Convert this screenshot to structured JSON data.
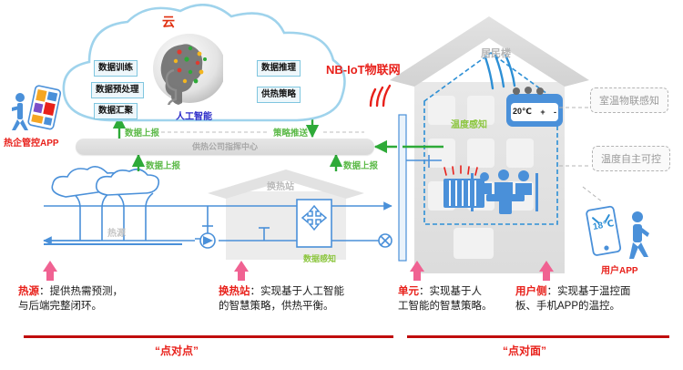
{
  "diagram": {
    "cloud": {
      "title": "云",
      "ai_label": "人工智能",
      "left_nodes": [
        "数据训练",
        "数据预处理",
        "数据汇聚"
      ],
      "right_nodes": [
        "数据推理",
        "供热策略"
      ]
    },
    "nbiot_label": "NB-IoT物联网",
    "command_center": "供热公司指挥中心",
    "flow_labels": {
      "data_report_1": "数据上报",
      "policy_push": "策略推送",
      "data_report_2": "数据上报",
      "data_report_3": "数据上报",
      "data_sense": "数据感知",
      "temperature_sense": "温度感知"
    },
    "scene_labels": {
      "heat_source": "热源",
      "heat_station": "换热站",
      "residential_building": "居民楼"
    },
    "thermostat_value": "20℃",
    "thermostat_plus": "+",
    "thermostat_minus": "-",
    "phone_value": "18℃",
    "apps": {
      "left_app": "热企管控APP",
      "right_app": "用户APP"
    },
    "side_callouts": [
      "室温物联感知",
      "温度自主可控"
    ],
    "bottom_callouts": [
      {
        "title": "热源",
        "sep": "：",
        "line1": "提供热需预测，",
        "line2": "与后端完整闭环。"
      },
      {
        "title": "换热站",
        "sep": "：",
        "line1": "实现基于人工智能",
        "line2": "的智慧策略，供热平衡。"
      },
      {
        "title": "单元",
        "sep": "：",
        "line1": "实现基于人",
        "line2": "工智能的智慧策略。"
      },
      {
        "title": "用户侧",
        "sep": "：",
        "line1": "实现基于温控面",
        "line2": "板、手机APP的温控。"
      }
    ],
    "summary_labels": [
      "“点对点”",
      "“点对面”"
    ],
    "colors": {
      "red": "#e8201a",
      "dark_red": "#c00c0c",
      "green": "#5bb947",
      "light_green": "#8cc63f",
      "blue": "#4a90d9",
      "cloud_blue": "#9fd3ec",
      "pink": "#f06292",
      "gray": "#d8d8d8",
      "ai_blue": "#2b2bc8"
    }
  }
}
